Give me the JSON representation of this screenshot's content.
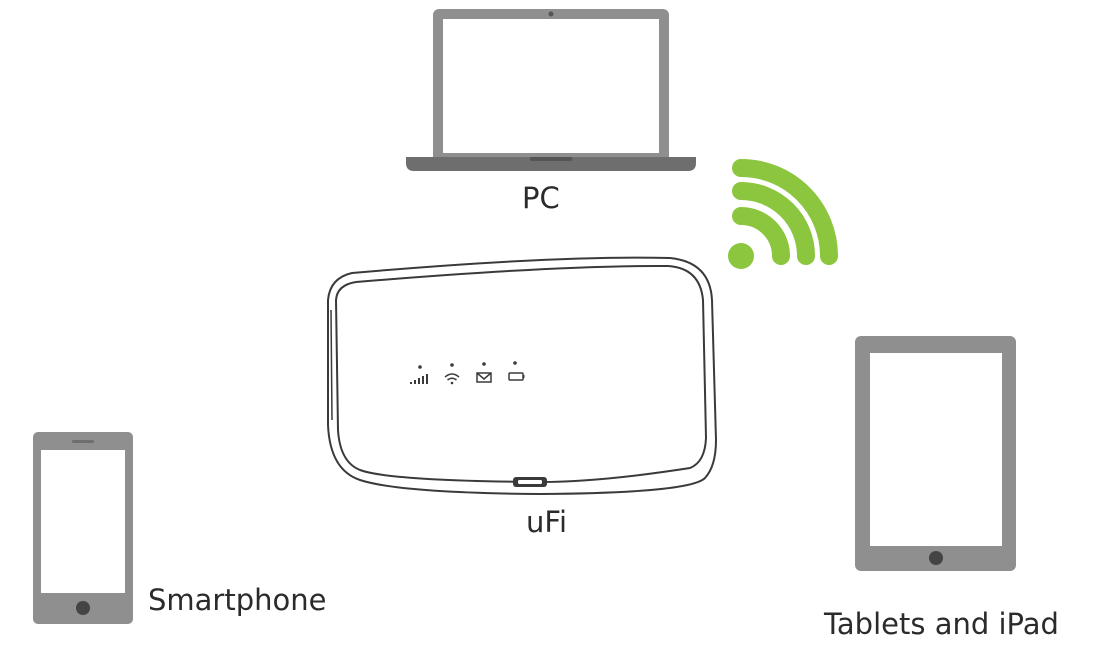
{
  "labels": {
    "pc": "PC",
    "ufi": "uFi",
    "smartphone": "Smartphone",
    "tablet": "Tablets and iPad"
  },
  "colors": {
    "device_gray": "#8f8f8f",
    "device_dark": "#6e6e6e",
    "screen": "#ffffff",
    "wifi_green": "#8cc63f",
    "router_outline": "#3a3a3a",
    "text": "#2b2b2b"
  },
  "icons": [
    "laptop-icon",
    "wifi-signal-icon",
    "router-icon",
    "smartphone-icon",
    "tablet-icon",
    "signal-bars-icon",
    "wifi-indicator-icon",
    "message-icon",
    "battery-icon"
  ]
}
